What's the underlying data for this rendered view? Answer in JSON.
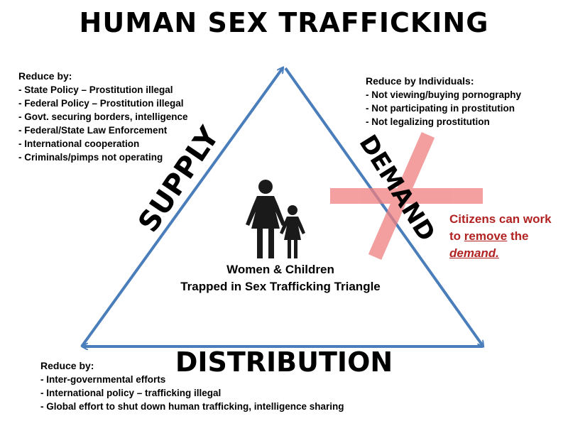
{
  "title": "HUMAN SEX TRAFFICKING",
  "supply": {
    "label": "SUPPLY",
    "heading": "Reduce by:",
    "items": [
      "State Policy – Prostitution illegal",
      "Federal Policy – Prostitution illegal",
      "Govt. securing borders, intelligence",
      "Federal/State Law Enforcement",
      "International cooperation",
      "Criminals/pimps not operating"
    ]
  },
  "demand": {
    "label": "DEMAND",
    "heading": "Reduce by Individuals:",
    "items": [
      "Not viewing/buying pornography",
      "Not participating in prostitution",
      "Not legalizing prostitution"
    ]
  },
  "distribution": {
    "label": "DISTRIBUTION",
    "heading": "Reduce by:",
    "items": [
      "Inter-governmental efforts",
      "International policy – trafficking illegal",
      "Global effort to shut down human trafficking, intelligence sharing"
    ]
  },
  "center": {
    "line1": "Women & Children",
    "line2": "Trapped in Sex Trafficking Triangle",
    "icon": "woman-and-child-icon"
  },
  "citizens_note": {
    "part1": "Citizens can work",
    "part2": "to ",
    "remove": "remove",
    "part3": " the",
    "demand_word": "demand."
  },
  "colors": {
    "arrow": "#4a7ebb",
    "cross": "#f08080",
    "citizens_text": "#b22222",
    "figure": "#1a1a1a"
  }
}
